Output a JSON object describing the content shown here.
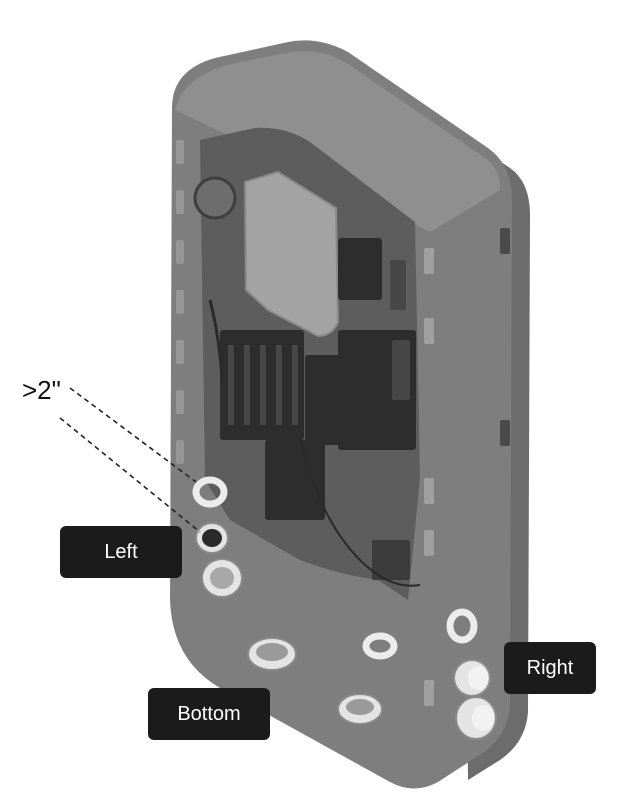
{
  "diagram": {
    "dimension_label": ">2\"",
    "callouts": {
      "left": "Left",
      "bottom": "Bottom",
      "right": "Right"
    }
  },
  "colors": {
    "enclosure_shell": "#7a7a7a",
    "enclosure_inner": "#5e5e5e",
    "fitting": "#e9e9e9",
    "callout_bg": "#1b1b1b",
    "callout_text": "#ffffff"
  }
}
